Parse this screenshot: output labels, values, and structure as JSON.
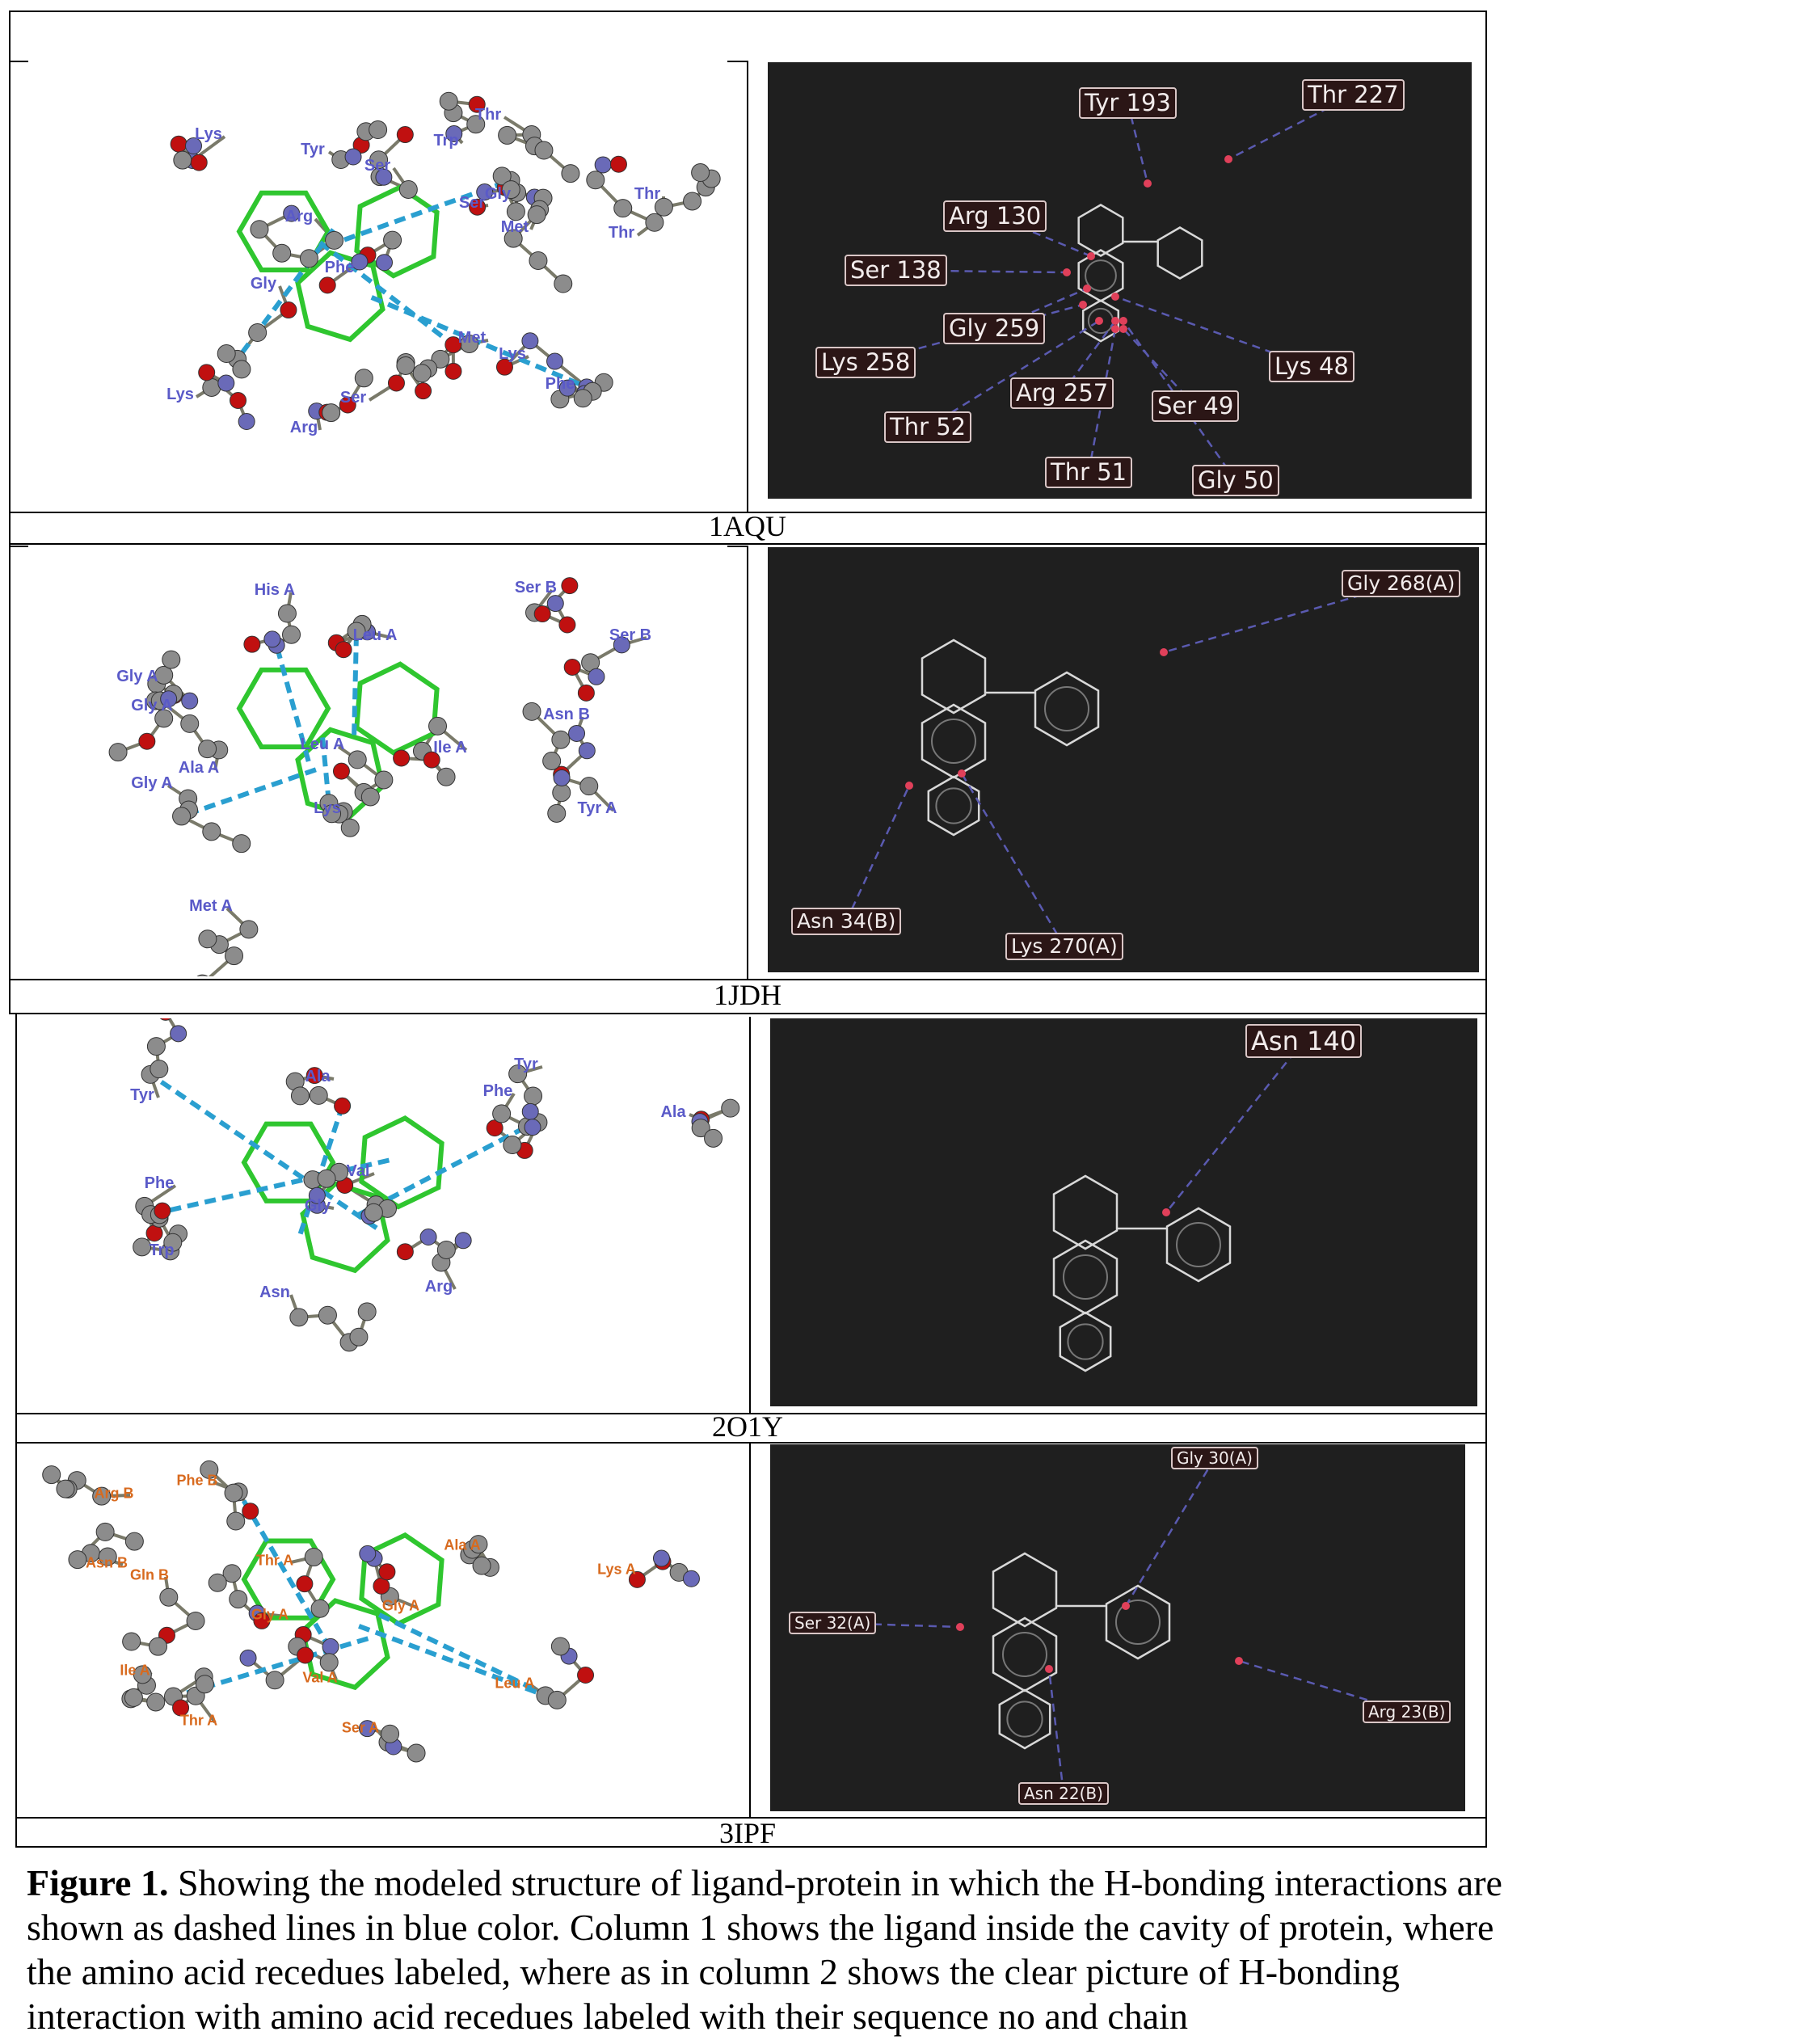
{
  "figure": {
    "rows": [
      {
        "pdb_id": "1AQU",
        "left_labels": [
          "Lys",
          "Tyr",
          "Thr",
          "Trp",
          "Ser",
          "Gly",
          "Ser",
          "Thr",
          "Arg",
          "Met",
          "Thr",
          "Phe",
          "Gly",
          "Met",
          "Lys",
          "Phe",
          "Lys",
          "Ser",
          "Arg"
        ],
        "right_labels": [
          "Tyr 193",
          "Thr 227",
          "Arg 130",
          "Ser 138",
          "Gly 259",
          "Lys 258",
          "Lys 48",
          "Arg 257",
          "Ser 49",
          "Thr 52",
          "Thr 51",
          "Gly 50"
        ]
      },
      {
        "pdb_id": "1JDH",
        "left_labels": [
          "His A",
          "Ser B",
          "Leu A",
          "Ser B",
          "Gly A",
          "Gly A",
          "Asn B",
          "Leu A",
          "Ile A",
          "Ala A",
          "Gly A",
          "Lys",
          "Tyr A",
          "Met A"
        ],
        "right_labels": [
          "Gly 268(A)",
          "Asn 34(B)",
          "Lys 270(A)"
        ]
      },
      {
        "pdb_id": "2O1Y",
        "left_labels": [
          "Tyr",
          "Ala",
          "Tyr",
          "Phe",
          "Ala",
          "Val",
          "Phe",
          "Gly",
          "Trp",
          "Asn",
          "Arg"
        ],
        "right_labels": [
          "Asn 140"
        ]
      },
      {
        "pdb_id": "3IPF",
        "left_labels": [
          "Phe B",
          "Arg B",
          "Ala A",
          "Thr A",
          "Lys A",
          "Asn B",
          "Gln B",
          "Gly A",
          "Gly A",
          "Ile A",
          "Val A",
          "Leu A",
          "Thr A",
          "Ser A"
        ],
        "right_labels": [
          "Gly 30(A)",
          "Ser 32(A)",
          "Arg 23(B)",
          "Asn 22(B)"
        ]
      }
    ],
    "caption": {
      "label": "Figure 1.",
      "lines": [
        " Showing the modeled structure of ligand-protein in which the H-bonding interactions are",
        "shown as dashed lines in blue color. Column 1 shows the ligand inside the cavity of protein, where",
        "the amino acid recedues labeled, where as in column 2 shows the clear picture of H-bonding",
        "interaction with amino acid recedues labeled with their sequence no and chain"
      ]
    },
    "colors": {
      "hbond": "#2a9fd0",
      "ligand": "#2fc62f",
      "carbon": "#8c8c8c",
      "oxygen": "#c01010",
      "nitrogen": "#6a6ab8",
      "panel_dark": "#1f1f1f"
    }
  }
}
